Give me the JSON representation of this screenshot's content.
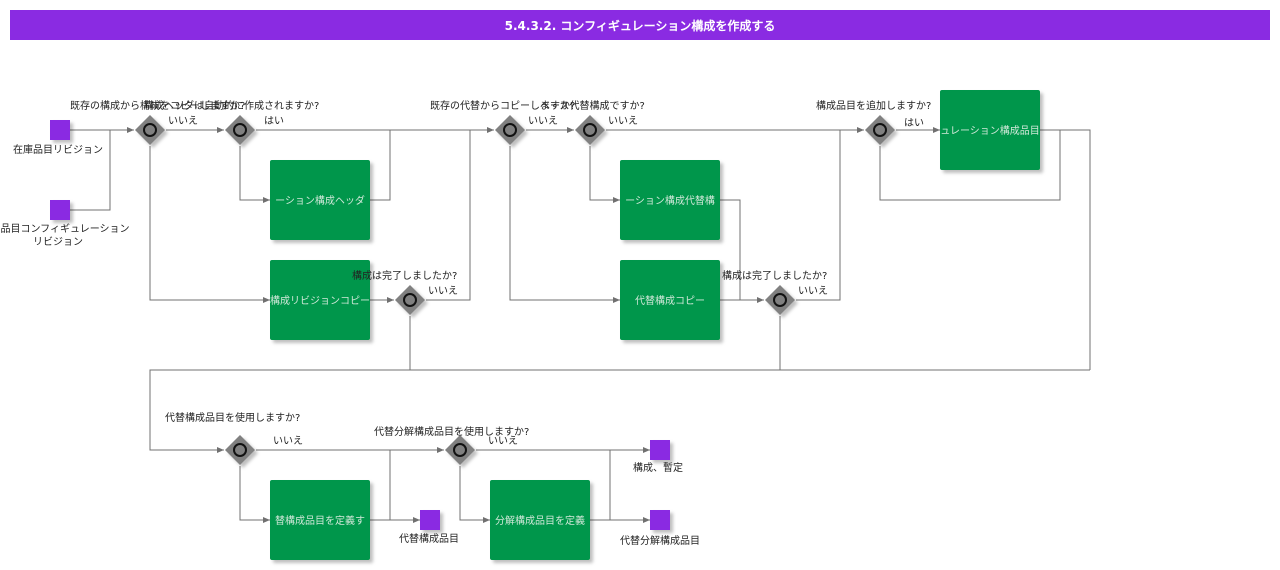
{
  "title": "5.4.3.2. コンフィギュレーション構成を作成する",
  "colors": {
    "header": "#8a2be2",
    "task": "#00964b",
    "event": "#8a2be2",
    "gateway": "#808080"
  },
  "events": {
    "stock_item_revision": "在庫品目リビジョン",
    "config_item_revision_line1": "の品目コンフィギュレーション",
    "config_item_revision_line2": "リビジョン",
    "alt_component": "代替構成品目",
    "structure_provisional": "構成、暫定",
    "alt_decomp_component": "代替分解構成品目"
  },
  "tasks": {
    "create_header": "ーション構成ヘッダ",
    "copy_revision": "構成リビジョンコピー",
    "create_alt": "ーション構成代替構",
    "copy_alt": "代替構成コピー",
    "add_component": "ュレーション構成品目",
    "define_alt_component": "替構成品目を定義す",
    "define_alt_decomp": "分解構成品目を定義"
  },
  "gateways": {
    "g1_question": "既存の構成から構成をコピーしますか?",
    "g2_question": "構成ヘッダは自動的に作成されますか?",
    "g3_question": "既存の代替からコピーしますか?",
    "g4_question": "ベース代替構成ですか?",
    "g5_question": "構成品目を追加しますか?",
    "g6_question": "構成は完了しましたか?",
    "g7_question": "構成は完了しましたか?",
    "g8_question": "代替構成品目を使用しますか?",
    "g9_question": "代替分解構成品目を使用しますか?"
  },
  "labels": {
    "yes": "はい",
    "no": "いいえ"
  }
}
